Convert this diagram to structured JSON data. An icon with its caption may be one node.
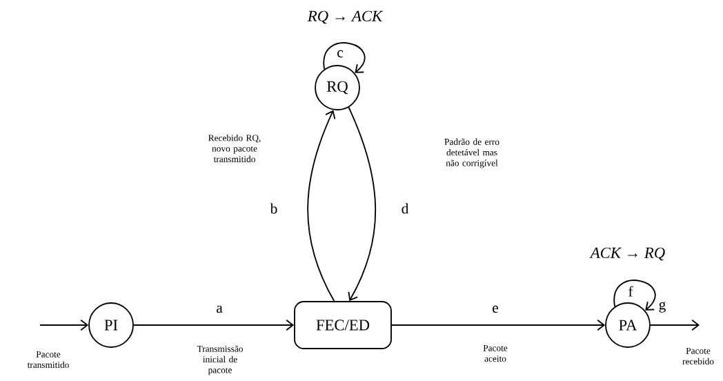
{
  "diagram": {
    "nodes": [
      {
        "text": [
          "PI"
        ]
      },
      {
        "text": [
          "FEC/ED"
        ]
      },
      {
        "text": [
          "RQ"
        ],
        "beside": [
          "RQ → ACK"
        ]
      },
      {
        "text": [
          "PA"
        ],
        "beside": [
          "ACK → RQ"
        ]
      }
    ],
    "edges": [
      {
        "from": null,
        "to": 0,
        "arrow": "to"
      },
      {
        "from": 0,
        "to": 1,
        "arrow": "to",
        "label": "a"
      },
      {
        "from": 1,
        "to": 2,
        "arrow": "to",
        "label": "b"
      },
      {
        "from": 2,
        "to": 2,
        "arrow": "to",
        "label": "c"
      },
      {
        "from": 2,
        "to": 1,
        "arrow": "to",
        "label": "d"
      },
      {
        "from": 1,
        "to": 3,
        "arrow": "to",
        "label": "e"
      },
      {
        "from": 3,
        "to": 3,
        "arrow": "to",
        "label": "f"
      },
      {
        "from": 3,
        "to": null,
        "arrow": "to",
        "label": "g"
      }
    ],
    "labels": [
      "Recebido RQ, novo pacote transmitido",
      "Padrão de erro detetável mas não corrigível",
      "Pacote transmitido",
      "Transmissão inicial de pacote",
      "Pacote aceito",
      "Pacote recebido"
    ]
  }
}
